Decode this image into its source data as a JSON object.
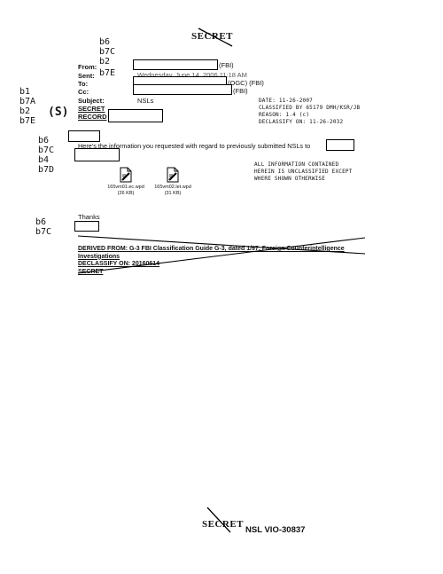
{
  "header": {
    "classification": "SECRET"
  },
  "exemptions": {
    "group_top": [
      "b6",
      "b7C",
      "b2",
      "b7E"
    ],
    "group_left": [
      "b1",
      "b7A",
      "b2",
      "b7E"
    ],
    "paren_s": "(S)",
    "group_mid": [
      "b6",
      "b7C",
      "b4",
      "b7D"
    ],
    "group_thanks": [
      "b6",
      "b7C"
    ]
  },
  "email": {
    "from_label": "From:",
    "from_suffix": "(FBI)",
    "sent_label": "Sent:",
    "sent_value": "Wednesday, June 14, 2006 11:18 AM",
    "to_label": "To:",
    "to_suffix": "(OGC) (FBI)",
    "cc_label": "Cc:",
    "cc_suffix": "(FBI)",
    "subject_label": "Subject:",
    "subject_value": "NSLs",
    "secret_line": "SECRET",
    "record_line": "RECORD",
    "body_text": "Here's the information you requested with regard to previously submitted NSLs to",
    "thanks": "Thanks"
  },
  "attachments": [
    {
      "name": "165vm01.ec.wpd",
      "size": "(26 KB)",
      "icon": "document-icon"
    },
    {
      "name": "165vm02.let.wpd",
      "size": "(31 KB)",
      "icon": "document-icon"
    }
  ],
  "declass_stamp": {
    "lines": [
      "DATE: 11-26-2007",
      "CLASSIFIED BY 65179 DMH/KSR/JB",
      "REASON: 1.4 (c)",
      "DECLASSIFY ON: 11-26-2032"
    ]
  },
  "unclass_stamp": {
    "lines": [
      "ALL INFORMATION CONTAINED",
      "HEREIN IS UNCLASSIFIED EXCEPT",
      "WHERE SHOWN OTHERWISE"
    ]
  },
  "derived_block": {
    "line1": "DERIVED FROM: G-3 FBI Classification Guide G-3, dated 1/97, Foreign Counterintelligence",
    "line2": "Investigations",
    "line3": "DECLASSIFY ON: 20160614",
    "line4": "SECRET"
  },
  "footer": {
    "classification": "SECRET",
    "bates": "NSL VIO-30837"
  }
}
